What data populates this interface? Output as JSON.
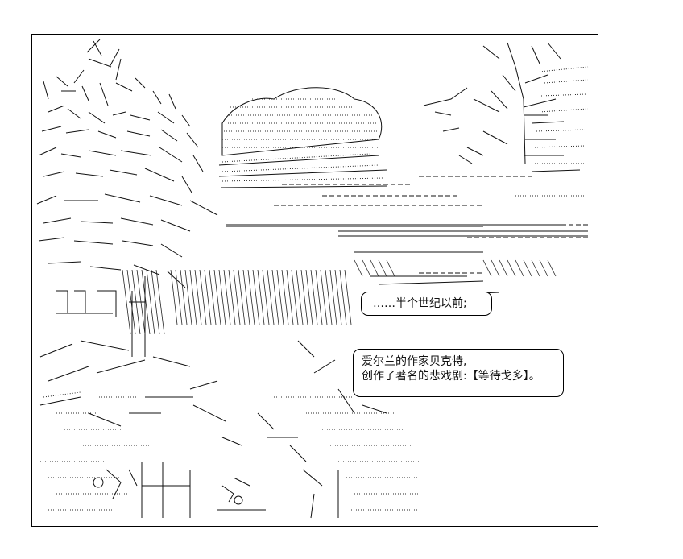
{
  "page": {
    "background": "#ffffff",
    "ink": "#000000"
  },
  "bubbles": {
    "first": "……半个世纪以前;",
    "second_line1": "爱尔兰的作家贝克特,",
    "second_line2": "创作了著名的悲戏剧:【等待戈多】。"
  }
}
